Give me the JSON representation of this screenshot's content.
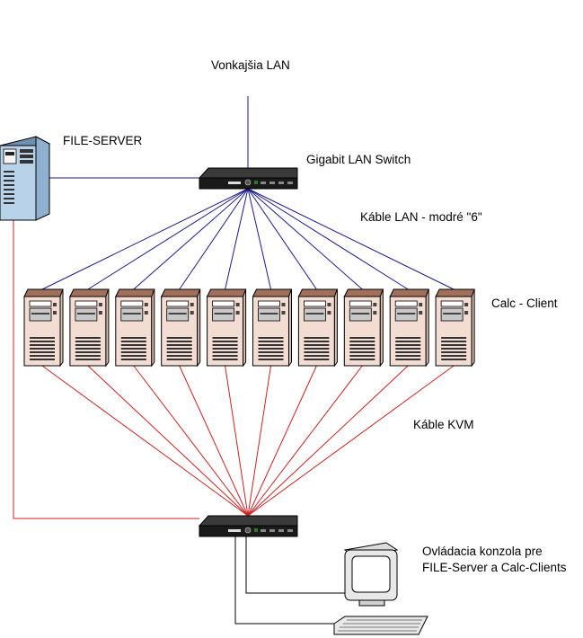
{
  "labels": {
    "external_lan": "Vonkajšia LAN",
    "file_server": "FILE-SERVER",
    "switch": "Gigabit LAN Switch",
    "lan_cables": "Káble LAN - modré \"6\"",
    "calc_client": "Calc - Client",
    "kvm_cables": "Káble KVM",
    "console_line1": "Ovládacia konzola pre",
    "console_line2": "FILE-Server a Calc-Clients"
  },
  "client_count": 10,
  "colors": {
    "lan_cable": "#1a1a8c",
    "kvm_cable": "#cc2222",
    "server_body": "#b8d2ea",
    "client_body": "#f3ddd2",
    "client_top": "#a0705a",
    "device": "#1a1a1a"
  }
}
